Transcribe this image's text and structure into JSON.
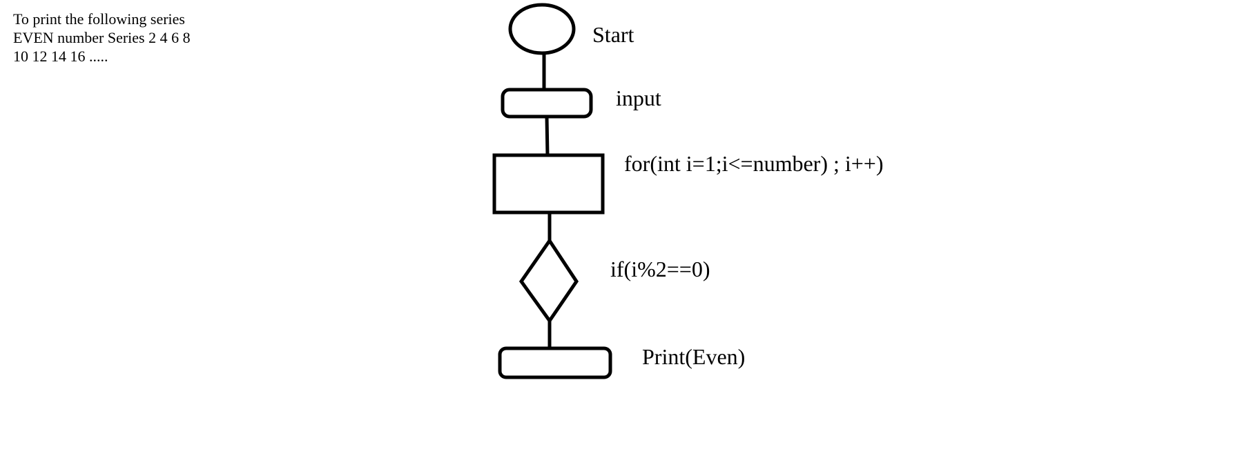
{
  "description": "To print the following series\nEVEN number Series 2 4 6 8\n10 12 14 16 .....",
  "flowchart": {
    "nodes": [
      {
        "id": "start",
        "shape": "oval",
        "label": "Start"
      },
      {
        "id": "input",
        "shape": "rounded-rectangle",
        "label": "input"
      },
      {
        "id": "loop",
        "shape": "rectangle",
        "label": "for(int i=1;i<=number) ; i++)"
      },
      {
        "id": "condition",
        "shape": "diamond",
        "label": "if(i%2==0)"
      },
      {
        "id": "print",
        "shape": "rounded-rectangle",
        "label": "Print(Even)"
      }
    ],
    "edges": [
      {
        "from": "start",
        "to": "input"
      },
      {
        "from": "input",
        "to": "loop"
      },
      {
        "from": "loop",
        "to": "condition"
      },
      {
        "from": "condition",
        "to": "print"
      }
    ]
  },
  "colors": {
    "background": "#ffffff",
    "stroke": "#000000"
  }
}
